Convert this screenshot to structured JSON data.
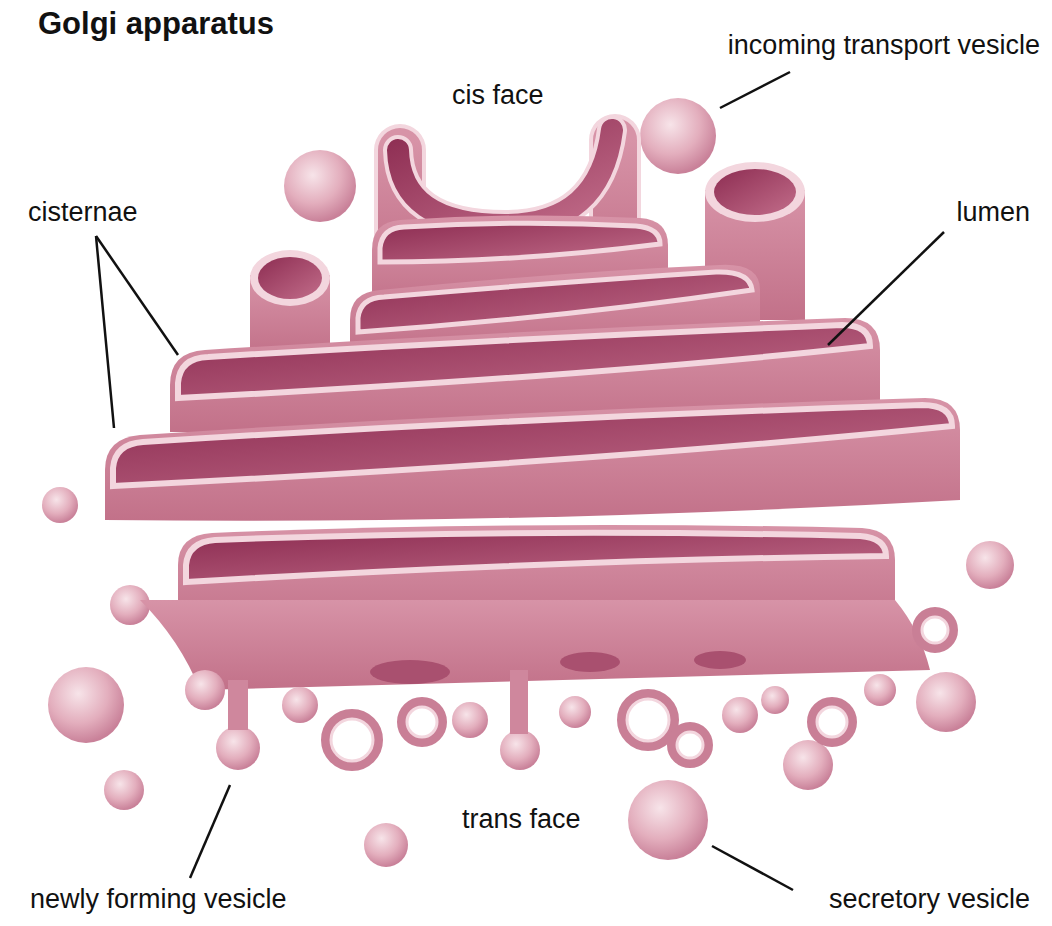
{
  "diagram": {
    "title": "Golgi apparatus",
    "labels": [
      "incoming transport vesicle",
      "cis face",
      "cisternae",
      "lumen",
      "trans face",
      "newly forming vesicle",
      "secretory vesicle"
    ]
  }
}
